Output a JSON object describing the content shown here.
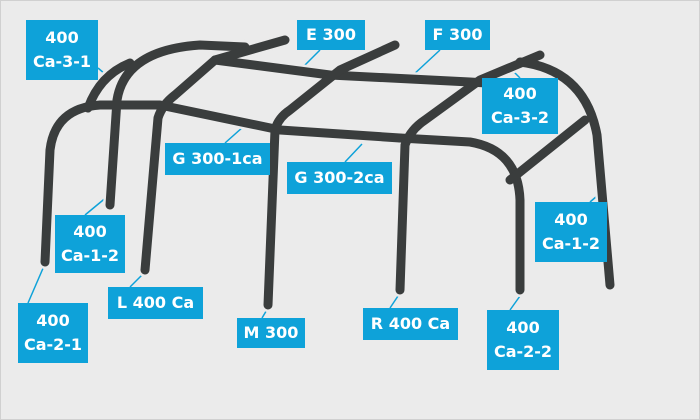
{
  "labels": {
    "ca_3_1": {
      "line1": "400",
      "line2": "Ca-3-1"
    },
    "e300": "E 300",
    "f300": "F 300",
    "ca_3_2": {
      "line1": "400",
      "line2": "Ca-3-2"
    },
    "g300_1ca": "G 300-1ca",
    "g300_2ca": "G 300-2ca",
    "ca_1_2_left": {
      "line1": "400",
      "line2": "Ca-1-2"
    },
    "ca_1_2_right": {
      "line1": "400",
      "line2": "Ca-1-2"
    },
    "l400ca": "L 400 Ca",
    "m300": "M 300",
    "r400ca": "R 400 Ca",
    "ca_2_1": {
      "line1": "400",
      "line2": "Ca-2-1"
    },
    "ca_2_2": {
      "line1": "400",
      "line2": "Ca-2-2"
    }
  },
  "colors": {
    "tube": "#3a3d3d",
    "label": "#0ea2d9",
    "background": "#ebebeb"
  }
}
